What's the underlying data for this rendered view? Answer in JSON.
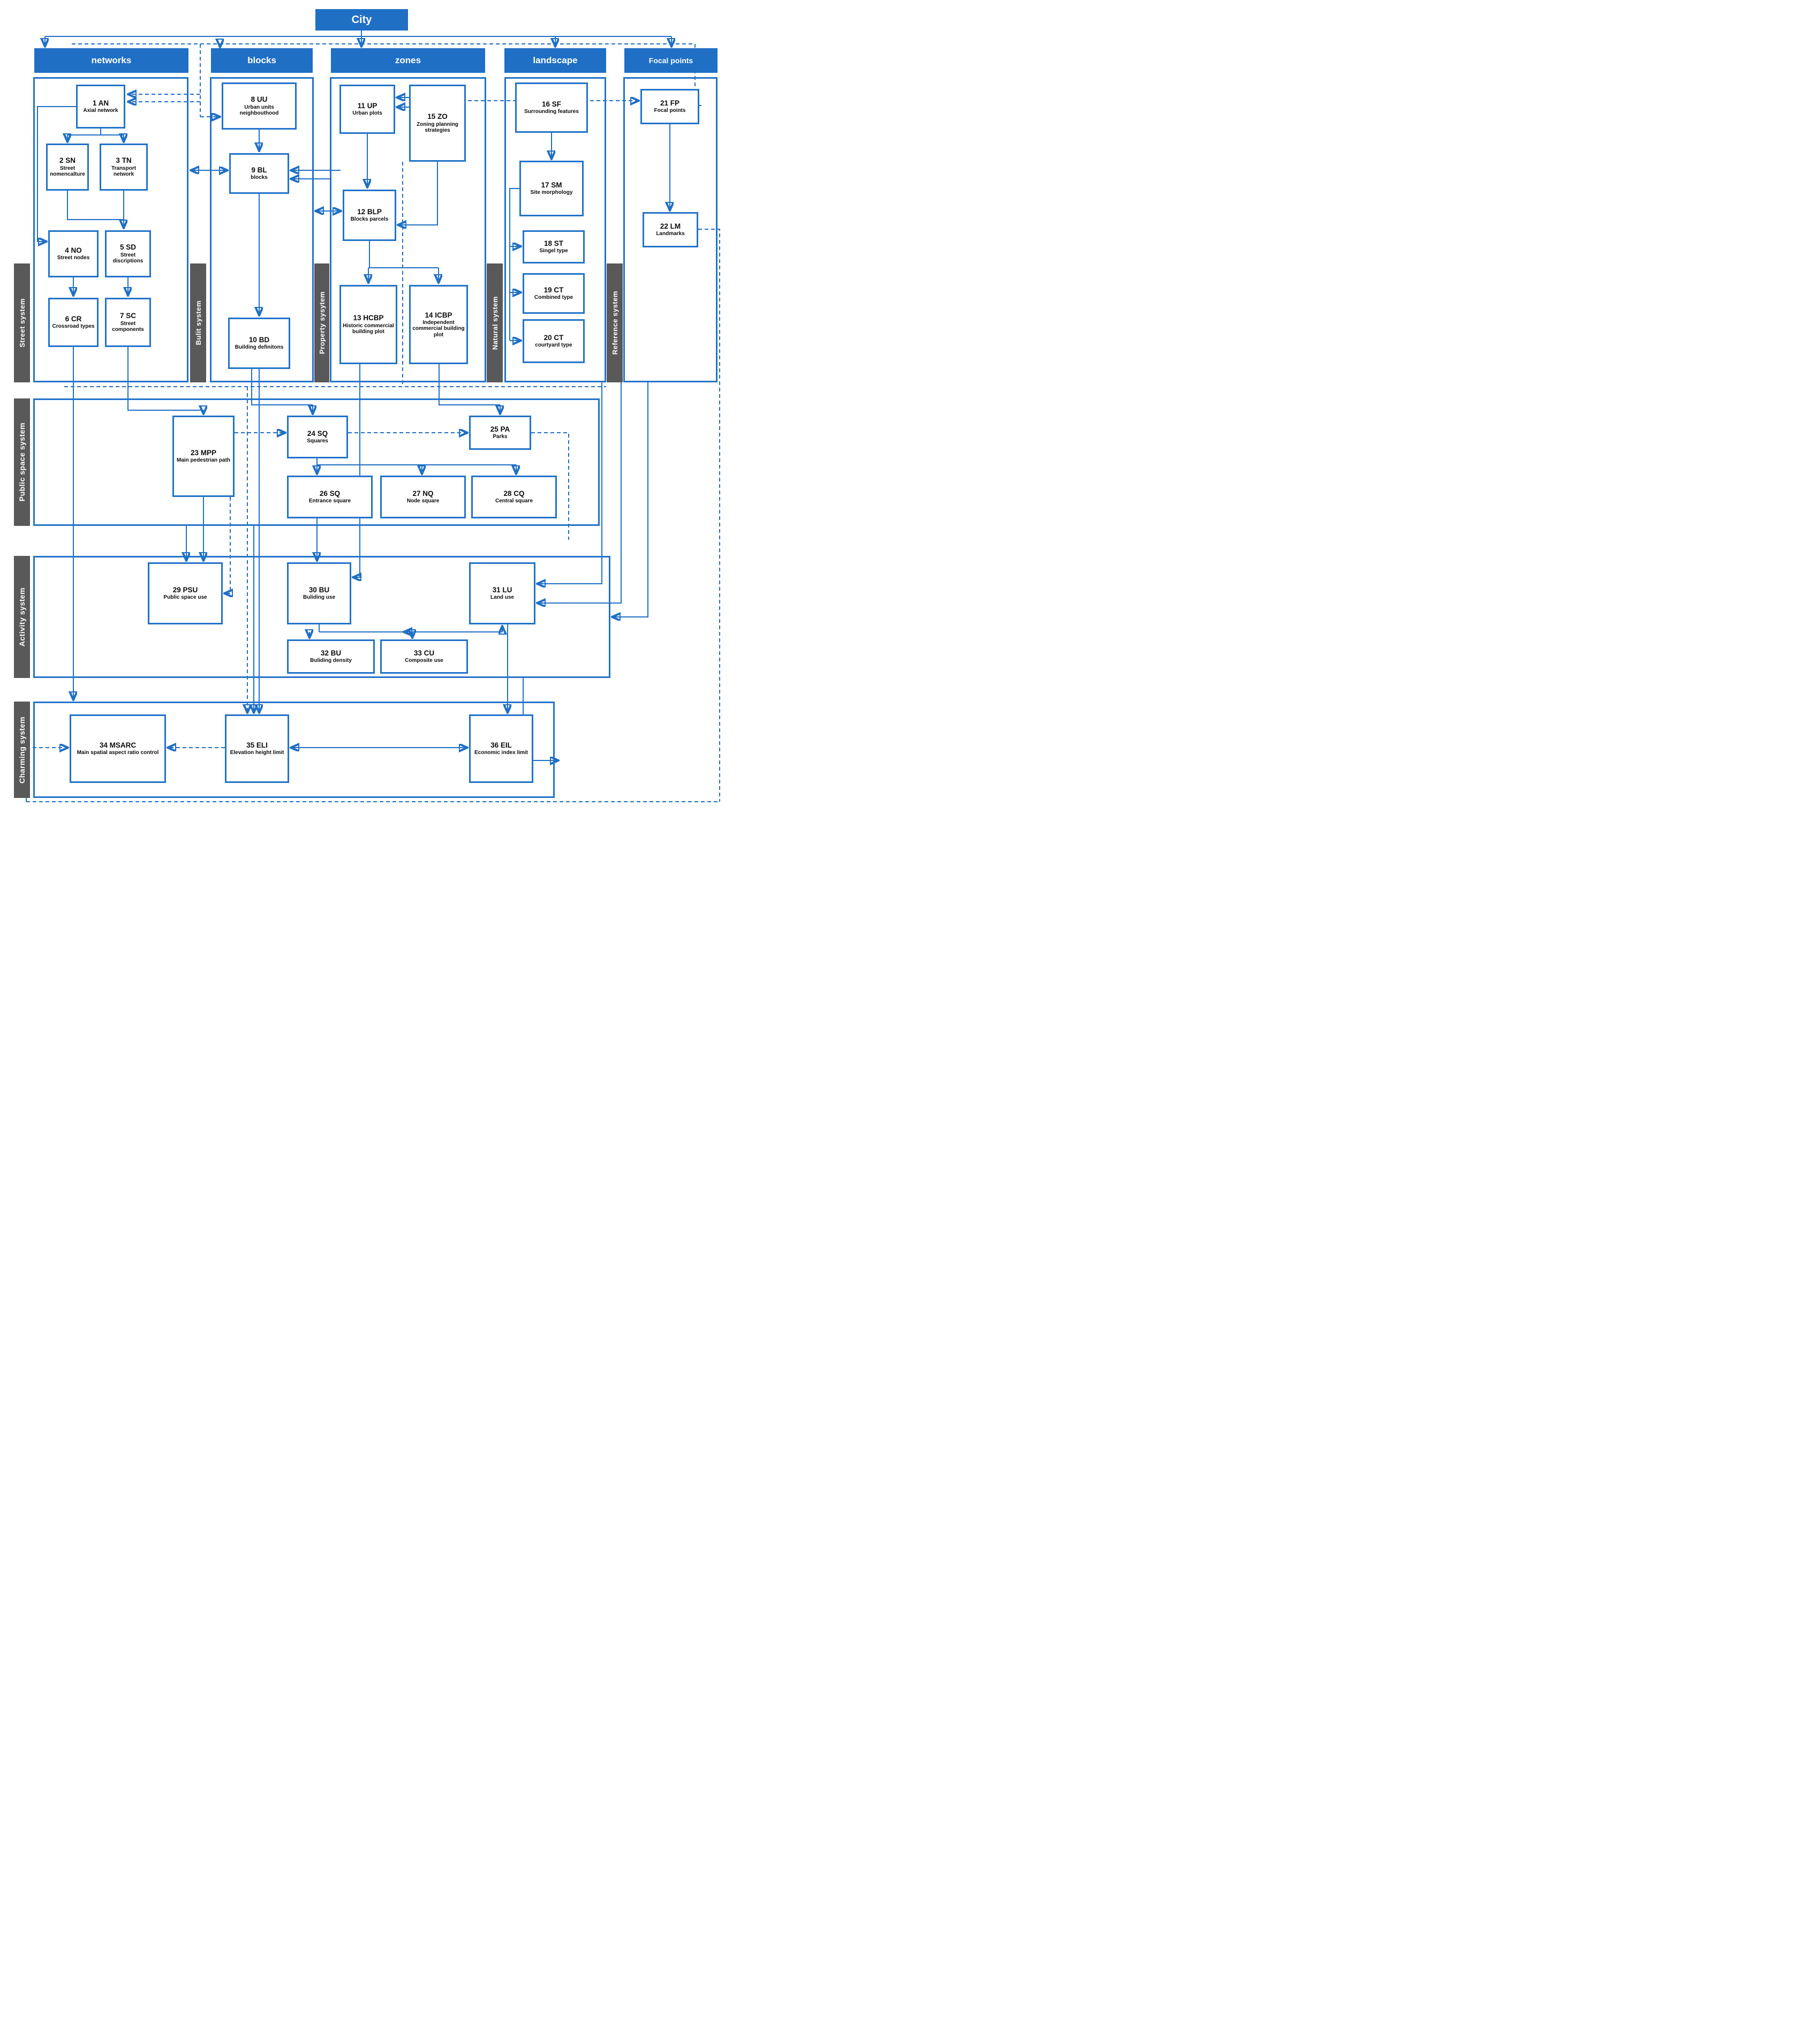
{
  "colors": {
    "accent": "#1f6fc5",
    "box_border": "#2273c9",
    "side_label_bg": "#595959",
    "text": "#0c0c0c"
  },
  "root": {
    "label": "City"
  },
  "headers": {
    "networks": "networks",
    "blocks": "blocks",
    "zones": "zones",
    "landscape": "landscape",
    "focal": "Focal points"
  },
  "side_labels": {
    "street": "Street system",
    "bulit": "Bulit system",
    "property": "Property sysytem",
    "natural": "Natural system",
    "reference": "Reference system",
    "public": "Public space system",
    "activity": "Activity system",
    "charming": "Charming system"
  },
  "boxes": {
    "b1": {
      "code": "1 AN",
      "label": "Axial network"
    },
    "b2": {
      "code": "2 SN",
      "label": "Street nomencalture"
    },
    "b3": {
      "code": "3 TN",
      "label": "Transport network"
    },
    "b4": {
      "code": "4 NO",
      "label": "Street nodes"
    },
    "b5": {
      "code": "5 SD",
      "label": "Street discriptions"
    },
    "b6": {
      "code": "6 CR",
      "label": "Crossroad types"
    },
    "b7": {
      "code": "7 SC",
      "label": "Street components"
    },
    "b8": {
      "code": "8 UU",
      "label": "Urban units neighbouthood"
    },
    "b9": {
      "code": "9 BL",
      "label": "blocks"
    },
    "b10": {
      "code": "10 BD",
      "label": "Building definitons"
    },
    "b11": {
      "code": "11 UP",
      "label": "Urban plots"
    },
    "b12": {
      "code": "12 BLP",
      "label": "Blocks parcels"
    },
    "b13": {
      "code": "13 HCBP",
      "label": "Historic commercial building plot"
    },
    "b14": {
      "code": "14 ICBP",
      "label": "Independent commercial building plot"
    },
    "b15": {
      "code": "15 ZO",
      "label": "Zoning planning strategies"
    },
    "b16": {
      "code": "16 SF",
      "label": "Surrounding features"
    },
    "b17": {
      "code": "17 SM",
      "label": "Site morphology"
    },
    "b18": {
      "code": "18 ST",
      "label": "Singel type"
    },
    "b19": {
      "code": "19 CT",
      "label": "Combined type"
    },
    "b20": {
      "code": "20 CT",
      "label": "courtyard type"
    },
    "b21": {
      "code": "21 FP",
      "label": "Focal points"
    },
    "b22": {
      "code": "22 LM",
      "label": "Landmarks"
    },
    "b23": {
      "code": "23 MPP",
      "label": "Main pedestrian path"
    },
    "b24": {
      "code": "24 SQ",
      "label": "Squares"
    },
    "b25": {
      "code": "25 PA",
      "label": "Parks"
    },
    "b26": {
      "code": "26 SQ",
      "label": "Entrance square"
    },
    "b27": {
      "code": "27 NQ",
      "label": "Node square"
    },
    "b28": {
      "code": "28 CQ",
      "label": "Central square"
    },
    "b29": {
      "code": "29 PSU",
      "label": "Public space use"
    },
    "b30": {
      "code": "30 BU",
      "label": "Buliding use"
    },
    "b31": {
      "code": "31 LU",
      "label": "Land use"
    },
    "b32": {
      "code": "32 BU",
      "label": "Buliding density"
    },
    "b33": {
      "code": "33 CU",
      "label": "Composite use"
    },
    "b34": {
      "code": "34 MSARC",
      "label": "Main spatial aspect ratio control"
    },
    "b35": {
      "code": "35 ELI",
      "label": "Elevation height limit"
    },
    "b36": {
      "code": "36 EIL",
      "label": "Economic index limit"
    }
  }
}
